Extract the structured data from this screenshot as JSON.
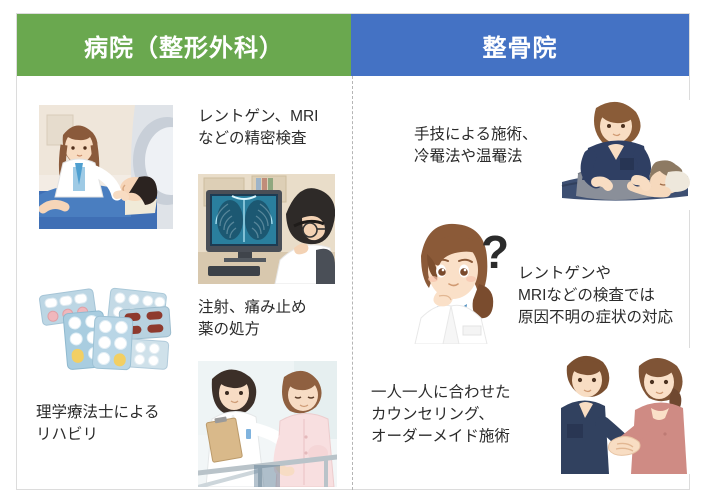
{
  "comparison": {
    "columns": [
      {
        "id": "hospital",
        "header": "病院（整形外科）",
        "header_color": "#6aa84f",
        "items": [
          {
            "image": "mri-scan-doctor-patient-illustration",
            "text": null
          },
          {
            "image": "chest-xray-monitor-doctor-illustration",
            "text": "レントゲン、MRI\nなどの精密検査"
          },
          {
            "image": "pill-blister-packs-illustration",
            "text": "注射、痛み止め\n薬の処方"
          },
          {
            "image": "physical-therapy-parallel-bars-illustration",
            "text": "理学療法士による\nリハビリ"
          }
        ]
      },
      {
        "id": "seikotsuin",
        "header": "整骨院",
        "header_color": "#4472c4",
        "items": [
          {
            "image": "manual-therapy-massage-illustration",
            "text": "手技による施術、\n冷罨法や温罨法"
          },
          {
            "image": "puzzled-doctor-question-mark-illustration",
            "text": "レントゲンや\nMRIなどの検査では\n原因不明の症状の対応"
          },
          {
            "image": "handshake-therapist-patient-illustration",
            "text": "一人一人に合わせた\nカウンセリング、\nオーダーメイド施術"
          }
        ]
      }
    ]
  },
  "style": {
    "text_color": "#2b2b2b",
    "border_color": "#dcdcdc",
    "divider_color": "#b5b5b5",
    "background": "#ffffff"
  }
}
